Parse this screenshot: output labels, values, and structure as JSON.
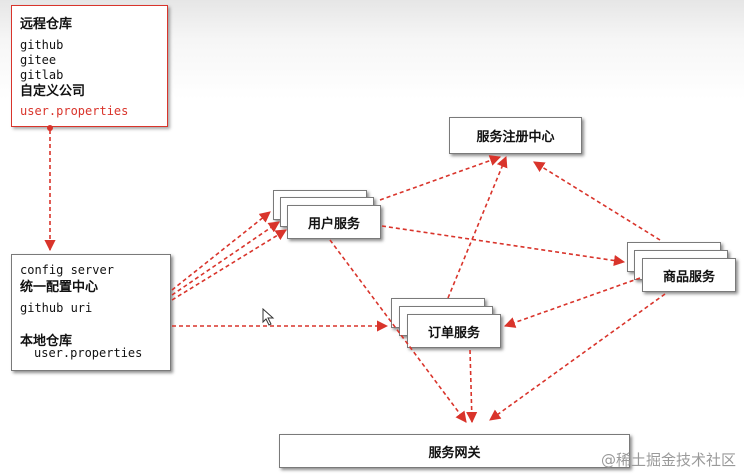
{
  "remote_repo": {
    "title": "远程仓库",
    "items": [
      "github",
      "gitee",
      "gitlab"
    ],
    "custom_company": "自定义公司",
    "properties_file": "user.properties"
  },
  "config_server": {
    "line1": "config server",
    "line2": "统一配置中心",
    "line3": "github uri",
    "line4": "本地仓库",
    "line5": "user.properties"
  },
  "services": {
    "registry": "服务注册中心",
    "user": "用户服务",
    "product": "商品服务",
    "order": "订单服务",
    "gateway": "服务网关"
  },
  "watermark": "@稀土掘金技术社区",
  "colors": {
    "arrow": "#d9342b",
    "accent_text": "#d9342b"
  }
}
